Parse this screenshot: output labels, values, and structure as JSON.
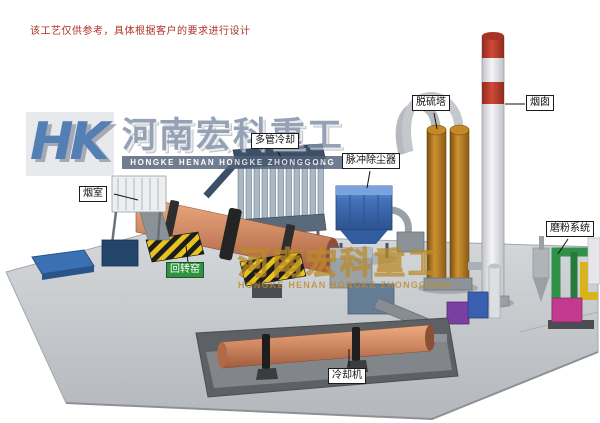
{
  "page": {
    "disclaimer": "该工艺仅供参考，具体根据客户的要求进行设计"
  },
  "watermark_logo": {
    "monogram": "HK",
    "company_cn": "河南宏科重工",
    "company_en": "HONGKE HENAN HONGKE ZHONGGONG"
  },
  "watermark_center": {
    "company_cn": "河南宏科重工",
    "company_en": "HONGKE HENAN HONGKE ZHONGGONG"
  },
  "equipment_labels": {
    "smoke_chamber": "烟室",
    "rotary_kiln": "回转窑",
    "multi_tube_cooler": "多管冷却",
    "pulse_dust_collector": "脉冲除尘器",
    "desulfurization_tower": "脱硫塔",
    "chimney": "烟囱",
    "grinding_system": "磨粉系统",
    "cooling_machine": "冷却机"
  },
  "colors": {
    "disclaimer_text": "#b03226",
    "kiln_body": "#d08a64",
    "dust_collector_blue": "#4472ba",
    "tower_orange": "#cf9232",
    "chimney_red": "#c0392b",
    "platform_gray": "#c4c8cc",
    "kiln_label_green": "#2f9240",
    "watermark_blue": "#2f63a6",
    "watermark_orange": "#c89a3f",
    "hazard_yellow": "#e6c31e",
    "pad_blue": "#3a70b4",
    "grinding_green": "#2f9048",
    "grinding_magenta": "#c23a8e"
  }
}
